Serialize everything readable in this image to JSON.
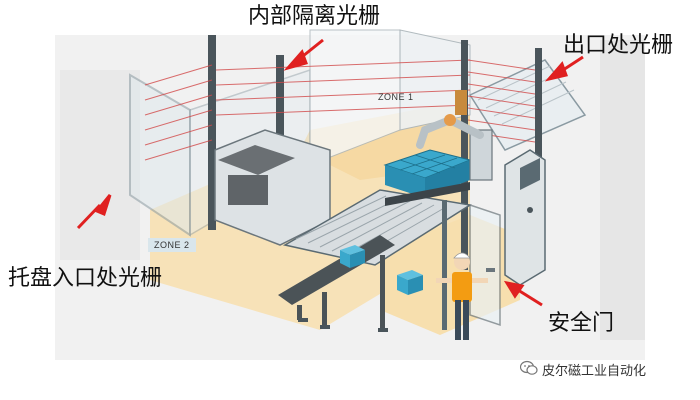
{
  "callouts": {
    "inner_light_curtain": "内部隔离光栅",
    "exit_light_curtain": "出口处光栅",
    "pallet_entry_light_curtain": "托盘入口处光栅",
    "safety_door": "安全门"
  },
  "zones": {
    "zone1": "ZONE 1",
    "zone2": "ZONE 2"
  },
  "footer": {
    "brand": "皮尔磁工业自动化"
  },
  "colors": {
    "arrow": "#e02020",
    "zone1_floor": "#f6d9a3",
    "zone2_floor": "#f5d9a6",
    "box_blue": "#3aa8cc",
    "worker_vest": "#f39c12",
    "frame": "#5a6a72",
    "beam": "#d24a4a"
  }
}
